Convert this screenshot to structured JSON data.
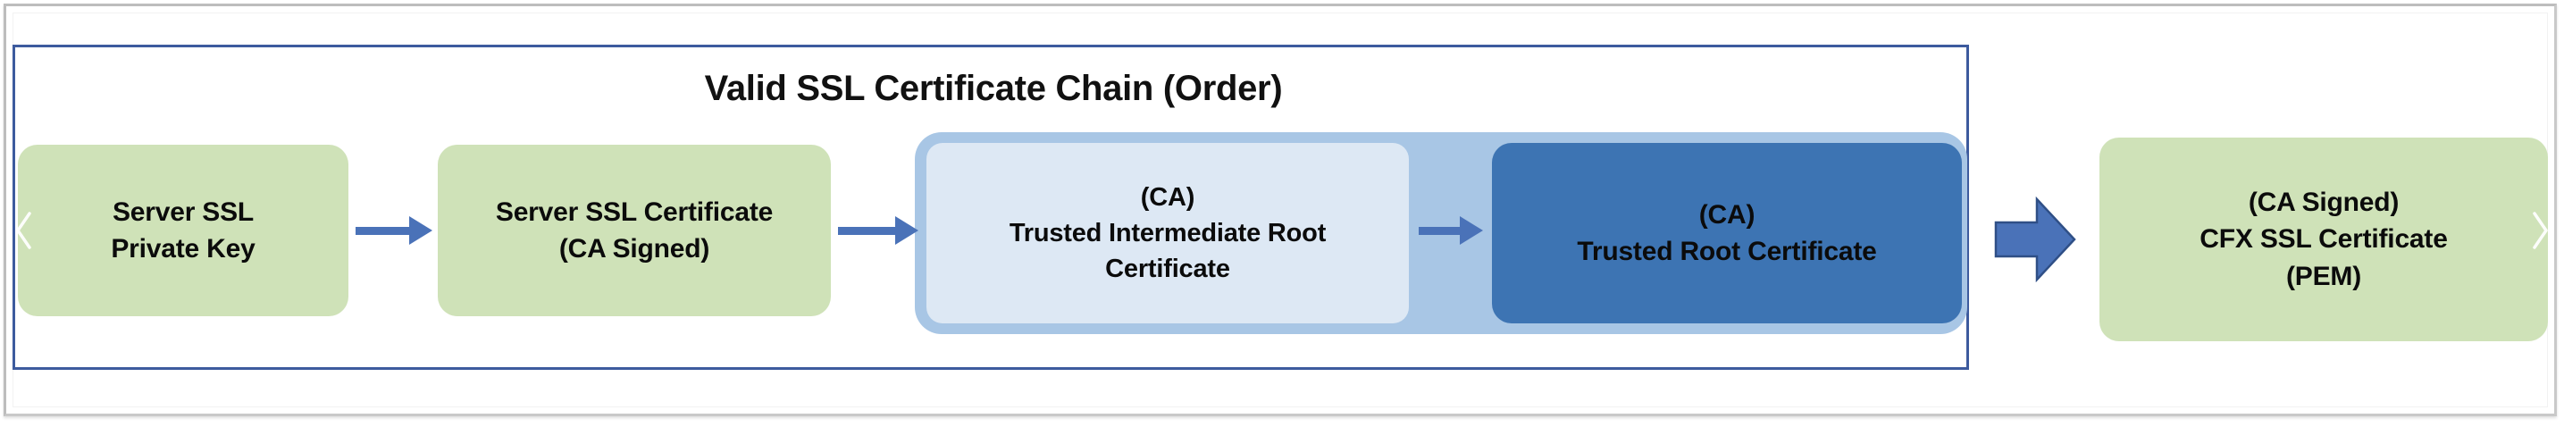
{
  "diagram": {
    "title": "Valid SSL Certificate Chain (Order)",
    "nodes": [
      {
        "id": "server-ssl-private-key",
        "type": "green",
        "lines": [
          "Server SSL",
          "Private Key"
        ]
      },
      {
        "id": "server-ssl-certificate",
        "type": "green",
        "lines": [
          "Server SSL Certificate",
          "(CA Signed)"
        ]
      },
      {
        "id": "trusted-intermediate-root-certificate",
        "type": "light-blue",
        "lines": [
          "(CA)",
          "Trusted Intermediate Root",
          "Certificate"
        ]
      },
      {
        "id": "trusted-root-certificate",
        "type": "dark-blue",
        "lines": [
          "(CA)",
          "Trusted Root Certificate"
        ]
      },
      {
        "id": "cfx-ssl-certificate",
        "type": "green",
        "lines": [
          "(CA Signed)",
          "CFX SSL Certificate",
          "(PEM)"
        ]
      }
    ],
    "connectors": [
      {
        "id": "arrow-1",
        "from": "server-ssl-private-key",
        "to": "server-ssl-certificate",
        "style": "line-arrow"
      },
      {
        "id": "arrow-2",
        "from": "server-ssl-certificate",
        "to": "trusted-intermediate-root-certificate",
        "style": "line-arrow"
      },
      {
        "id": "arrow-3",
        "from": "trusted-intermediate-root-certificate",
        "to": "trusted-root-certificate",
        "style": "line-arrow"
      },
      {
        "id": "arrow-4",
        "from": "trusted-root-certificate",
        "to": "cfx-ssl-certificate",
        "style": "block-arrow"
      }
    ]
  },
  "navigation": {
    "prev_icon": "chevron-left-icon",
    "next_icon": "chevron-right-icon"
  },
  "colors": {
    "green_fill": "#cfe2b8",
    "light_blue_fill": "#dde8f4",
    "ca_container_fill": "#a8c6e5",
    "dark_blue_fill": "#3d74b3",
    "arrow_blue": "#4a72b8",
    "group_border_blue": "#3d5b9e",
    "text": "#0b0b0b",
    "frame_gray": "#c9c9c9",
    "background": "#ffffff"
  }
}
